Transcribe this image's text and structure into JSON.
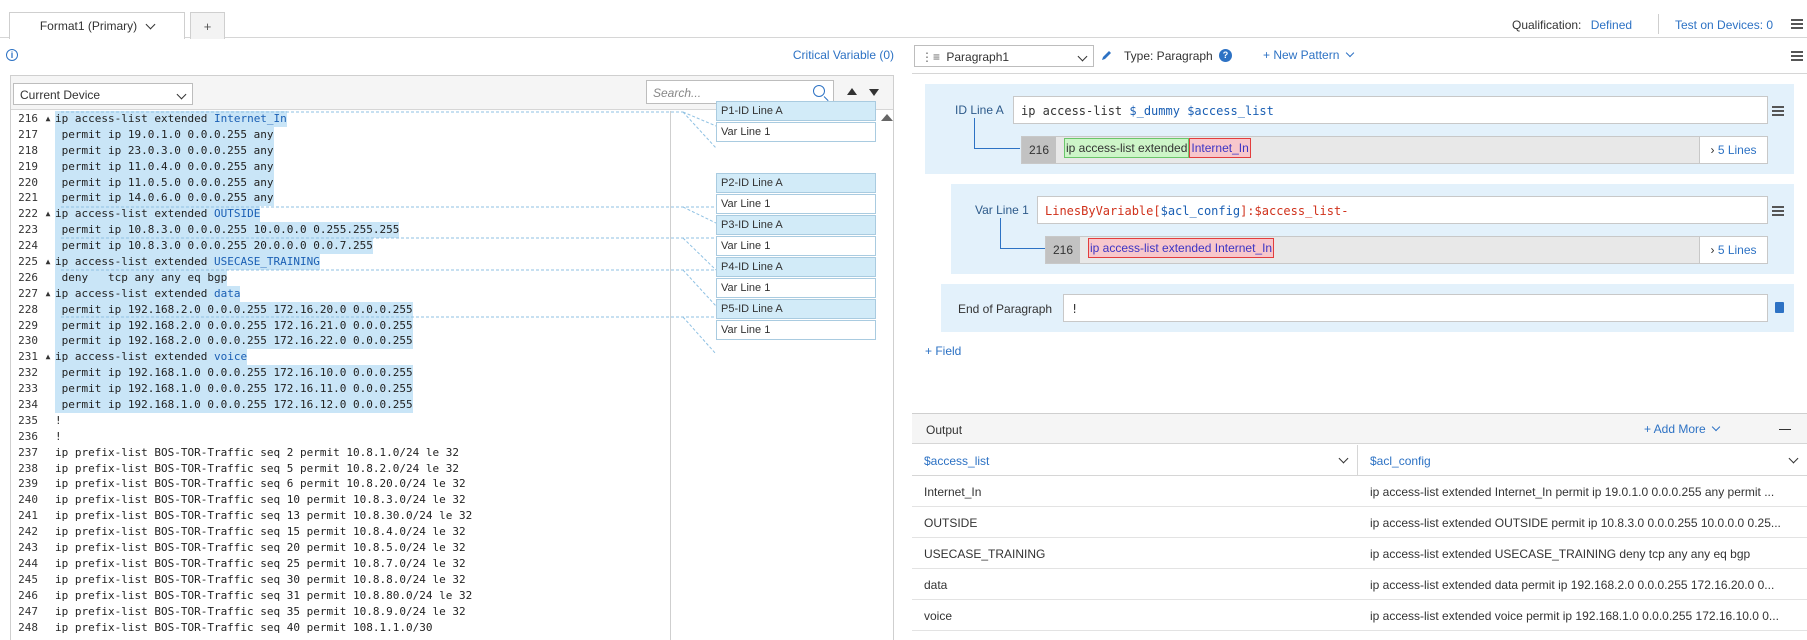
{
  "tabs": {
    "active_label": "Format1 (Primary)",
    "add_label": "+"
  },
  "header": {
    "qualification_label": "Qualification:",
    "qualification_value": "Defined",
    "test_label": "Test on Devices: 0"
  },
  "left": {
    "critical_variable": "Critical Variable (0)",
    "device_select": "Current Device",
    "search_placeholder": "Search...",
    "code_lines": [
      {
        "n": "216",
        "fold": "▲",
        "hl": true,
        "pre": "ip access-list extended ",
        "kw": "Internet_In"
      },
      {
        "n": "217",
        "fold": "",
        "hl": true,
        "pre": " permit ip 19.0.1.0 0.0.0.255 any",
        "kw": ""
      },
      {
        "n": "218",
        "fold": "",
        "hl": true,
        "pre": " permit ip 23.0.3.0 0.0.0.255 any",
        "kw": ""
      },
      {
        "n": "219",
        "fold": "",
        "hl": true,
        "pre": " permit ip 11.0.4.0 0.0.0.255 any",
        "kw": ""
      },
      {
        "n": "220",
        "fold": "",
        "hl": true,
        "pre": " permit ip 11.0.5.0 0.0.0.255 any",
        "kw": ""
      },
      {
        "n": "221",
        "fold": "",
        "hl": true,
        "pre": " permit ip 14.0.6.0 0.0.0.255 any",
        "kw": ""
      },
      {
        "n": "222",
        "fold": "▲",
        "hl": true,
        "pre": "ip access-list extended ",
        "kw": "OUTSIDE"
      },
      {
        "n": "223",
        "fold": "",
        "hl": true,
        "pre": " permit ip 10.8.3.0 0.0.0.255 10.0.0.0 0.255.255.255",
        "kw": ""
      },
      {
        "n": "224",
        "fold": "",
        "hl": true,
        "pre": " permit ip 10.8.3.0 0.0.0.255 20.0.0.0 0.0.7.255",
        "kw": ""
      },
      {
        "n": "225",
        "fold": "▲",
        "hl": true,
        "pre": "ip access-list extended ",
        "kw": "USECASE_TRAINING"
      },
      {
        "n": "226",
        "fold": "",
        "hl": true,
        "pre": " deny   tcp any any eq bgp",
        "kw": ""
      },
      {
        "n": "227",
        "fold": "▲",
        "hl": true,
        "pre": "ip access-list extended ",
        "kw": "data"
      },
      {
        "n": "228",
        "fold": "",
        "hl": true,
        "pre": " permit ip 192.168.2.0 0.0.0.255 172.16.20.0 0.0.0.255",
        "kw": ""
      },
      {
        "n": "229",
        "fold": "",
        "hl": true,
        "pre": " permit ip 192.168.2.0 0.0.0.255 172.16.21.0 0.0.0.255",
        "kw": ""
      },
      {
        "n": "230",
        "fold": "",
        "hl": true,
        "pre": " permit ip 192.168.2.0 0.0.0.255 172.16.22.0 0.0.0.255",
        "kw": ""
      },
      {
        "n": "231",
        "fold": "▲",
        "hl": true,
        "pre": "ip access-list extended ",
        "kw": "voice"
      },
      {
        "n": "232",
        "fold": "",
        "hl": true,
        "pre": " permit ip 192.168.1.0 0.0.0.255 172.16.10.0 0.0.0.255",
        "kw": ""
      },
      {
        "n": "233",
        "fold": "",
        "hl": true,
        "pre": " permit ip 192.168.1.0 0.0.0.255 172.16.11.0 0.0.0.255",
        "kw": ""
      },
      {
        "n": "234",
        "fold": "",
        "hl": true,
        "pre": " permit ip 192.168.1.0 0.0.0.255 172.16.12.0 0.0.0.255",
        "kw": ""
      },
      {
        "n": "235",
        "fold": "",
        "hl": false,
        "pre": "!",
        "kw": ""
      },
      {
        "n": "236",
        "fold": "",
        "hl": false,
        "pre": "!",
        "kw": ""
      },
      {
        "n": "237",
        "fold": "",
        "hl": false,
        "pre": "ip prefix-list BOS-TOR-Traffic seq 2 permit 10.8.1.0/24 le 32",
        "kw": ""
      },
      {
        "n": "238",
        "fold": "",
        "hl": false,
        "pre": "ip prefix-list BOS-TOR-Traffic seq 5 permit 10.8.2.0/24 le 32",
        "kw": ""
      },
      {
        "n": "239",
        "fold": "",
        "hl": false,
        "pre": "ip prefix-list BOS-TOR-Traffic seq 6 permit 10.8.20.0/24 le 32",
        "kw": ""
      },
      {
        "n": "240",
        "fold": "",
        "hl": false,
        "pre": "ip prefix-list BOS-TOR-Traffic seq 10 permit 10.8.3.0/24 le 32",
        "kw": ""
      },
      {
        "n": "241",
        "fold": "",
        "hl": false,
        "pre": "ip prefix-list BOS-TOR-Traffic seq 13 permit 10.8.30.0/24 le 32",
        "kw": ""
      },
      {
        "n": "242",
        "fold": "",
        "hl": false,
        "pre": "ip prefix-list BOS-TOR-Traffic seq 15 permit 10.8.4.0/24 le 32",
        "kw": ""
      },
      {
        "n": "243",
        "fold": "",
        "hl": false,
        "pre": "ip prefix-list BOS-TOR-Traffic seq 20 permit 10.8.5.0/24 le 32",
        "kw": ""
      },
      {
        "n": "244",
        "fold": "",
        "hl": false,
        "pre": "ip prefix-list BOS-TOR-Traffic seq 25 permit 10.8.7.0/24 le 32",
        "kw": ""
      },
      {
        "n": "245",
        "fold": "",
        "hl": false,
        "pre": "ip prefix-list BOS-TOR-Traffic seq 30 permit 10.8.8.0/24 le 32",
        "kw": ""
      },
      {
        "n": "246",
        "fold": "",
        "hl": false,
        "pre": "ip prefix-list BOS-TOR-Traffic seq 31 permit 10.8.80.0/24 le 32",
        "kw": ""
      },
      {
        "n": "247",
        "fold": "",
        "hl": false,
        "pre": "ip prefix-list BOS-TOR-Traffic seq 35 permit 10.8.9.0/24 le 32",
        "kw": ""
      },
      {
        "n": "248",
        "fold": "",
        "hl": false,
        "pre": "ip prefix-list BOS-TOR-Traffic seq 40 permit 108.1.1.0/30",
        "kw": ""
      }
    ],
    "slots": [
      {
        "label": "P1-ID Line A",
        "kind": "id"
      },
      {
        "label": "Var Line 1",
        "kind": "var"
      },
      {
        "label": "P2-ID Line A",
        "kind": "id"
      },
      {
        "label": "Var Line 1",
        "kind": "var"
      },
      {
        "label": "P3-ID Line A",
        "kind": "id"
      },
      {
        "label": "Var Line 1",
        "kind": "var"
      },
      {
        "label": "P4-ID Line A",
        "kind": "id"
      },
      {
        "label": "Var Line 1",
        "kind": "var"
      },
      {
        "label": "P5-ID Line A",
        "kind": "id"
      },
      {
        "label": "Var Line 1",
        "kind": "var"
      }
    ]
  },
  "right": {
    "paragraph_select": "Paragraph1",
    "type_label": "Type: Paragraph",
    "new_pattern": "+ New Pattern",
    "id_line": {
      "label": "ID Line A",
      "pattern_text": "ip access-list ",
      "pattern_var1": "$_dummy",
      "pattern_var2": "$access_list",
      "match_num": "216",
      "match_green": "ip access-list extended",
      "match_red": "Internet_In",
      "lines_link": "5 Lines"
    },
    "var_line": {
      "label": "Var Line 1",
      "pattern_fn": "LinesByVariable[",
      "pattern_var": "$acl_config",
      "pattern_rest": "]:$access_list-",
      "match_num": "216",
      "match_red": "ip access-list extended Internet_In",
      "lines_link": "5 Lines"
    },
    "end_paragraph": {
      "label": "End of Paragraph",
      "value": "!"
    },
    "add_field": "+ Field"
  },
  "output": {
    "title": "Output",
    "add_more": "+ Add More",
    "columns": [
      "$access_list",
      "$acl_config"
    ],
    "rows": [
      [
        "Internet_In",
        "ip access-list extended Internet_In permit ip 19.0.1.0 0.0.0.255 any permit ..."
      ],
      [
        "OUTSIDE",
        "ip access-list extended OUTSIDE permit ip 10.8.3.0 0.0.0.255 10.0.0.0 0.25..."
      ],
      [
        "USECASE_TRAINING",
        "ip access-list extended USECASE_TRAINING deny tcp any any eq bgp"
      ],
      [
        "data",
        "ip access-list extended data permit ip 192.168.2.0 0.0.0.255 172.16.20.0 0..."
      ],
      [
        "voice",
        "ip access-list extended voice permit ip 192.168.1.0 0.0.0.255 172.16.10.0 0..."
      ]
    ]
  }
}
